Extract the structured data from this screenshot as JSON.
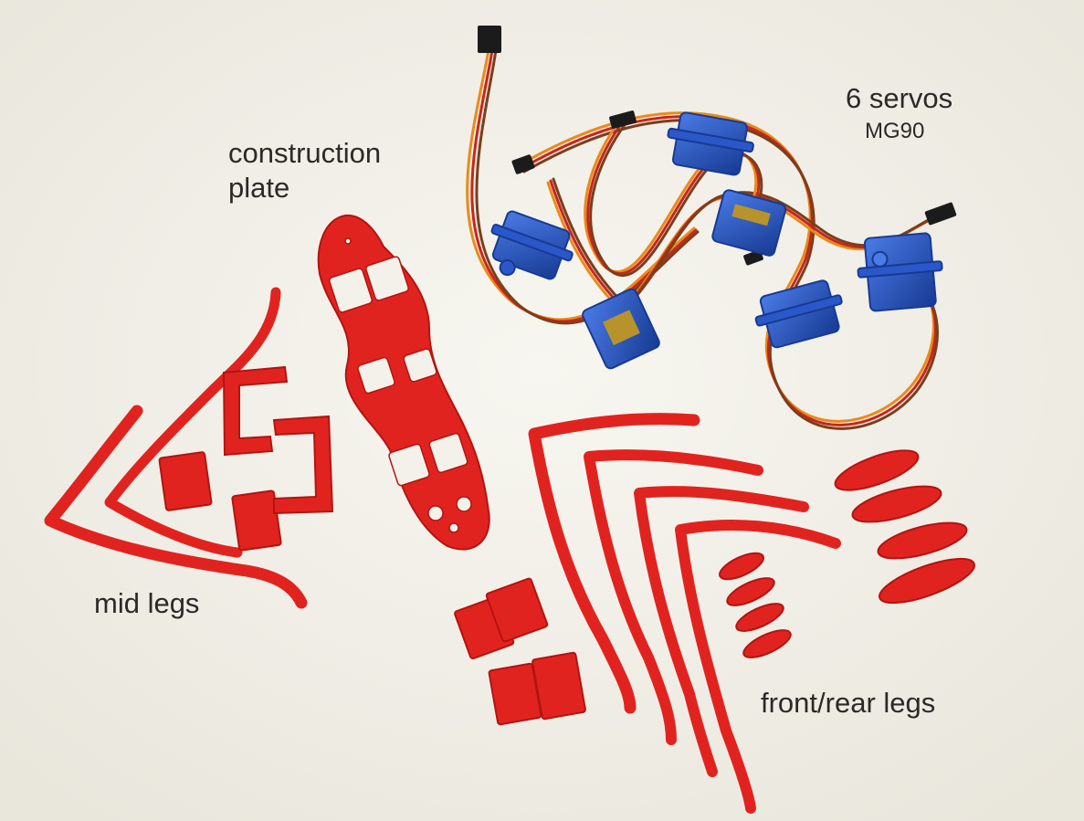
{
  "labels": {
    "servo_count": "6 servos",
    "servo_model": "MG90",
    "plate_line1": "construction",
    "plate_line2": "plate",
    "mid_legs": "mid legs",
    "front_rear_legs": "front/rear legs"
  },
  "colors": {
    "background": "#f3f1ea",
    "printed_part": "#e1231f",
    "printed_part_dark": "#b31410",
    "servo_body": "#2a58c9",
    "servo_dark": "#173a93",
    "wire_orange": "#e88b1a",
    "wire_red": "#c8261b",
    "wire_brown": "#7a3f1c",
    "connector": "#1b1b1b"
  }
}
